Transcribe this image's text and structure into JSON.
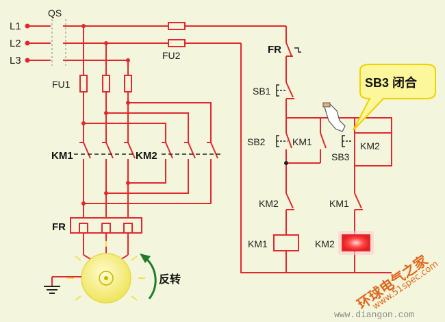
{
  "lines": {
    "l1": "L1",
    "l2": "L2",
    "l3": "L3"
  },
  "labels": {
    "qs": "QS",
    "fu1": "FU1",
    "fu2": "FU2",
    "km1_power": "KM1",
    "km2_power": "KM2",
    "fr_power": "FR",
    "fr_ctrl": "FR",
    "sb1": "SB1",
    "sb2": "SB2",
    "km1_hold": "KM1",
    "sb3": "SB3",
    "km2_hold": "KM2",
    "km2_interlock": "KM2",
    "km1_interlock": "KM1",
    "km1_coil": "KM1",
    "km2_coil": "KM2"
  },
  "callout": {
    "text": "SB3 闭合"
  },
  "motor": {
    "direction": "反转"
  },
  "watermark": {
    "brand": "环球电气之家",
    "site": "www.51spec.com"
  },
  "footer_url": "www.diangon.com",
  "colors": {
    "wire": "#e0282e",
    "coil_active": "#ff3b3b",
    "motor": "#f6ef7a",
    "callout_fill": "#fdf79c",
    "callout_border": "#f0d000",
    "arrow": "#1f7a2a",
    "background": "#f3f6dc"
  }
}
